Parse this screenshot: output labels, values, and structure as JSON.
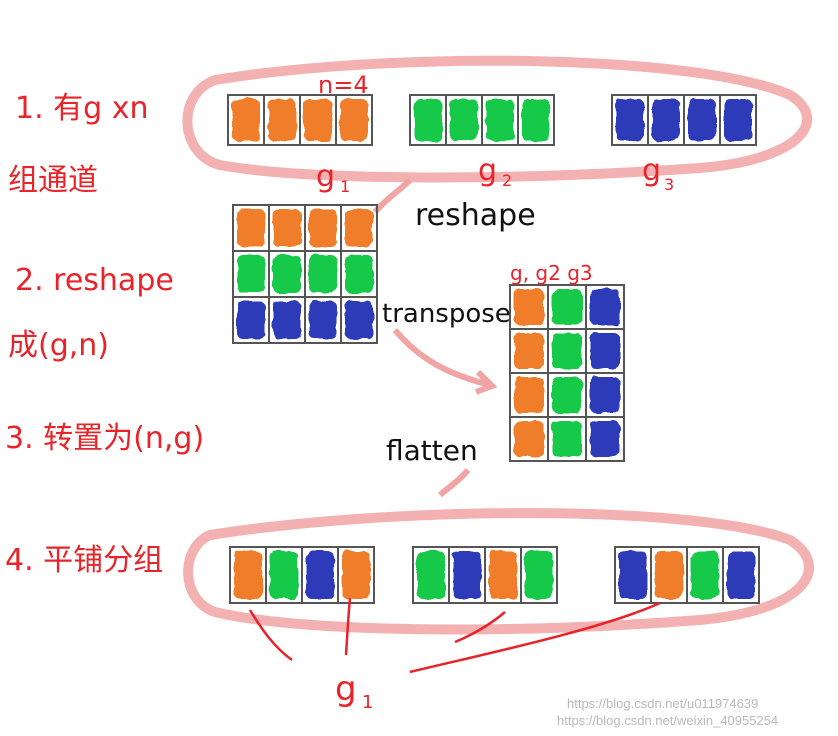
{
  "colors": {
    "orange": "#f07d2a",
    "green": "#17c94a",
    "blue": "#2e3bb8",
    "red": "#e8242a",
    "highlight": "#f2a3a3",
    "outline": "#555555"
  },
  "steps": {
    "step1_line1": "1. 有g xn",
    "step1_line2": "组通道",
    "step2_line1": "2. reshape",
    "step2_line2": "成(g,n)",
    "step3": "3. 转置为(n,g)",
    "step4": "4. 平铺分组"
  },
  "annotations": {
    "n_label": "n=4",
    "reshape": "reshape",
    "transpose": "transpose",
    "flatten": "flatten",
    "g1": "g",
    "g1_sub": "1",
    "g2": "g",
    "g2_sub": "2",
    "g3": "g",
    "g3_sub": "3",
    "col_labels": "g, g2 g3",
    "g1_bottom": "g",
    "g1_bottom_sub": "1"
  },
  "watermark": {
    "line1": "https://blog.csdn.net/u011974639",
    "line2": "https://blog.csdn.net/weixin_40955254"
  },
  "groups_top": [
    [
      "orange",
      "orange",
      "orange",
      "orange"
    ],
    [
      "green",
      "green",
      "green",
      "green"
    ],
    [
      "blue",
      "blue",
      "blue",
      "blue"
    ]
  ],
  "reshape_grid": [
    [
      "orange",
      "orange",
      "orange",
      "orange"
    ],
    [
      "green",
      "green",
      "green",
      "green"
    ],
    [
      "blue",
      "blue",
      "blue",
      "blue"
    ]
  ],
  "transpose_grid": [
    [
      "orange",
      "green",
      "blue"
    ],
    [
      "orange",
      "green",
      "blue"
    ],
    [
      "orange",
      "green",
      "blue"
    ],
    [
      "orange",
      "green",
      "blue"
    ]
  ],
  "groups_bottom": [
    [
      "orange",
      "green",
      "blue",
      "orange"
    ],
    [
      "green",
      "blue",
      "orange",
      "green"
    ],
    [
      "blue",
      "orange",
      "green",
      "blue"
    ]
  ]
}
